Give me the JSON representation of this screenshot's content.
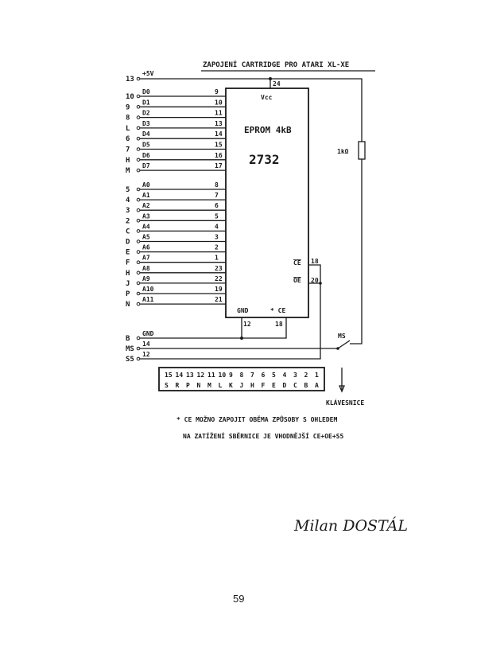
{
  "title": "ZAPOJENÍ CARTRIDGE PRO ATARI XL-XE",
  "chip": {
    "vcc": "Vcc",
    "name": "EPROM 4kB",
    "type": "2732",
    "gnd": "GND",
    "ce_star": "* CE",
    "ce": "CE",
    "oe": "OE",
    "pin_vcc": "24",
    "pin_gnd": "12",
    "pin_ce_bottom": "18",
    "pin_ce": "18",
    "pin_oe": "20"
  },
  "power": {
    "connector": "13",
    "label": "+5V"
  },
  "data_lines": [
    {
      "connector": "10",
      "signal": "D0",
      "pin": "9"
    },
    {
      "connector": "9",
      "signal": "D1",
      "pin": "10"
    },
    {
      "connector": "8",
      "signal": "D2",
      "pin": "11"
    },
    {
      "connector": "L",
      "signal": "D3",
      "pin": "13"
    },
    {
      "connector": "6",
      "signal": "D4",
      "pin": "14"
    },
    {
      "connector": "7",
      "signal": "D5",
      "pin": "15"
    },
    {
      "connector": "H",
      "signal": "D6",
      "pin": "16"
    },
    {
      "connector": "M",
      "signal": "D7",
      "pin": "17"
    }
  ],
  "address_lines": [
    {
      "connector": "5",
      "signal": "A0",
      "pin": "8"
    },
    {
      "connector": "4",
      "signal": "A1",
      "pin": "7"
    },
    {
      "connector": "3",
      "signal": "A2",
      "pin": "6"
    },
    {
      "connector": "2",
      "signal": "A3",
      "pin": "5"
    },
    {
      "connector": "C",
      "signal": "A4",
      "pin": "4"
    },
    {
      "connector": "D",
      "signal": "A5",
      "pin": "3"
    },
    {
      "connector": "E",
      "signal": "A6",
      "pin": "2"
    },
    {
      "connector": "F",
      "signal": "A7",
      "pin": "1"
    },
    {
      "connector": "H",
      "signal": "A8",
      "pin": "23"
    },
    {
      "connector": "J",
      "signal": "A9",
      "pin": "22"
    },
    {
      "connector": "P",
      "signal": "A10",
      "pin": "19"
    },
    {
      "connector": "N",
      "signal": "A11",
      "pin": "21"
    }
  ],
  "bottom_lines": [
    {
      "connector": "B",
      "signal": "GND"
    },
    {
      "connector": "MS",
      "signal": "14"
    },
    {
      "connector": "S5",
      "signal": "12"
    }
  ],
  "resistor": "1kΩ",
  "switch": "MS",
  "connector_pinout": {
    "numbers": [
      "15",
      "14",
      "13",
      "12",
      "11",
      "10",
      "9",
      "8",
      "7",
      "6",
      "5",
      "4",
      "3",
      "2",
      "1"
    ],
    "letters": [
      "S",
      "R",
      "P",
      "N",
      "M",
      "L",
      "K",
      "J",
      "H",
      "F",
      "E",
      "D",
      "C",
      "B",
      "A"
    ]
  },
  "keyboard_label": "KLÁVESNICE",
  "footnote": [
    "* CE MOŽNO ZAPOJIT OBĚMA ZPŮSOBY S OHLEDEM",
    "NA ZATÍŽENÍ SBĚRNICE JE VHODNĚJŠÍ CE+OE+S5"
  ],
  "signature": "Milan DOSTÁL",
  "page_number": "59"
}
